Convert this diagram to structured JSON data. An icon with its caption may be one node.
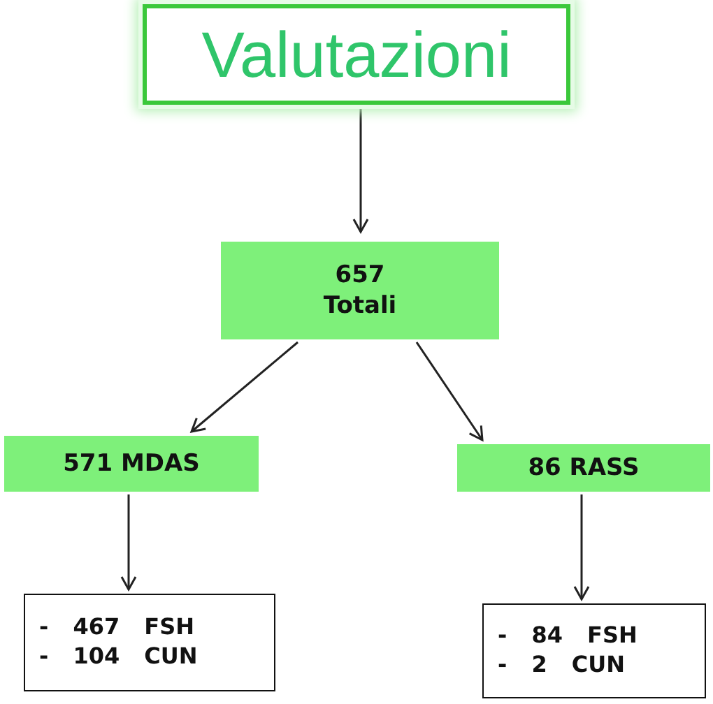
{
  "diagram": {
    "nodes": [
      {
        "text": [
          "Valutazioni"
        ]
      },
      {
        "text": [
          "657",
          "Totali"
        ]
      },
      {
        "text": [
          "571 MDAS"
        ]
      },
      {
        "text": [
          "86 RASS"
        ]
      },
      {
        "text": [
          "- 467 FSH",
          "- 104 CUN"
        ]
      },
      {
        "text": [
          "- 84 FSH",
          "- 2 CUN"
        ]
      }
    ],
    "edges": [
      {
        "from": 0,
        "to": 1,
        "arrow": "to"
      },
      {
        "from": 1,
        "to": 2,
        "arrow": "to"
      },
      {
        "from": 1,
        "to": 3,
        "arrow": "to"
      },
      {
        "from": 2,
        "to": 4,
        "arrow": "to"
      },
      {
        "from": 3,
        "to": 5,
        "arrow": "to"
      }
    ]
  }
}
